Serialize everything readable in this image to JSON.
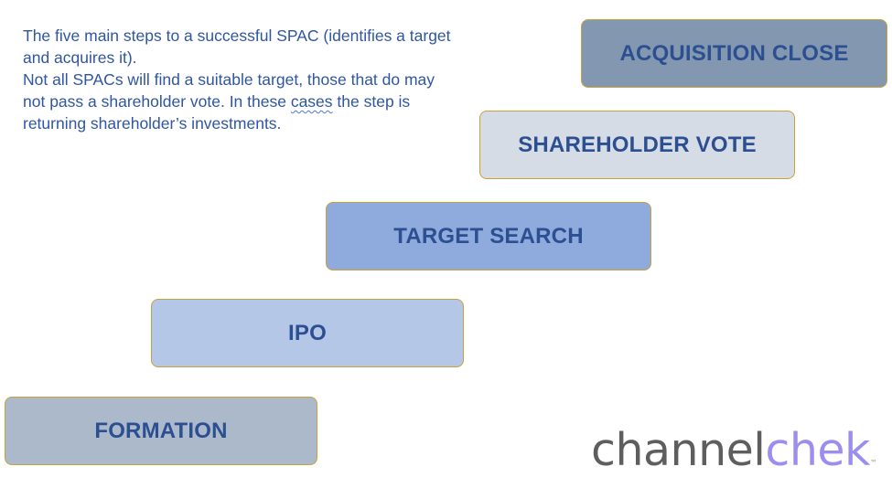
{
  "intro": {
    "line1": "The five main steps to a successful SPAC (identifies a target and acquires it).",
    "line2_before": "Not all SPACs will find a suitable target, those that do may not pass a shareholder vote. In these ",
    "line2_mark": "cases",
    "line2_after": " the step is returning shareholder’s investments."
  },
  "steps": [
    {
      "label": "FORMATION",
      "color": "#acb9ca"
    },
    {
      "label": "IPO",
      "color": "#b4c7e7"
    },
    {
      "label": "TARGET SEARCH",
      "color": "#8faadc"
    },
    {
      "label": "SHAREHOLDER VOTE",
      "color": "#d6dce5"
    },
    {
      "label": "ACQUISITION CLOSE",
      "color": "#8497b0"
    }
  ],
  "colors": {
    "text_blue": "#2f56a0",
    "step_text": "#2b4f91",
    "step_border": "#c9a23a",
    "logo_gray": "#5e5e5e",
    "logo_purple": "#9b8ef0"
  },
  "logo": {
    "part1": "channel",
    "part2": "chek",
    "tm": "™"
  }
}
